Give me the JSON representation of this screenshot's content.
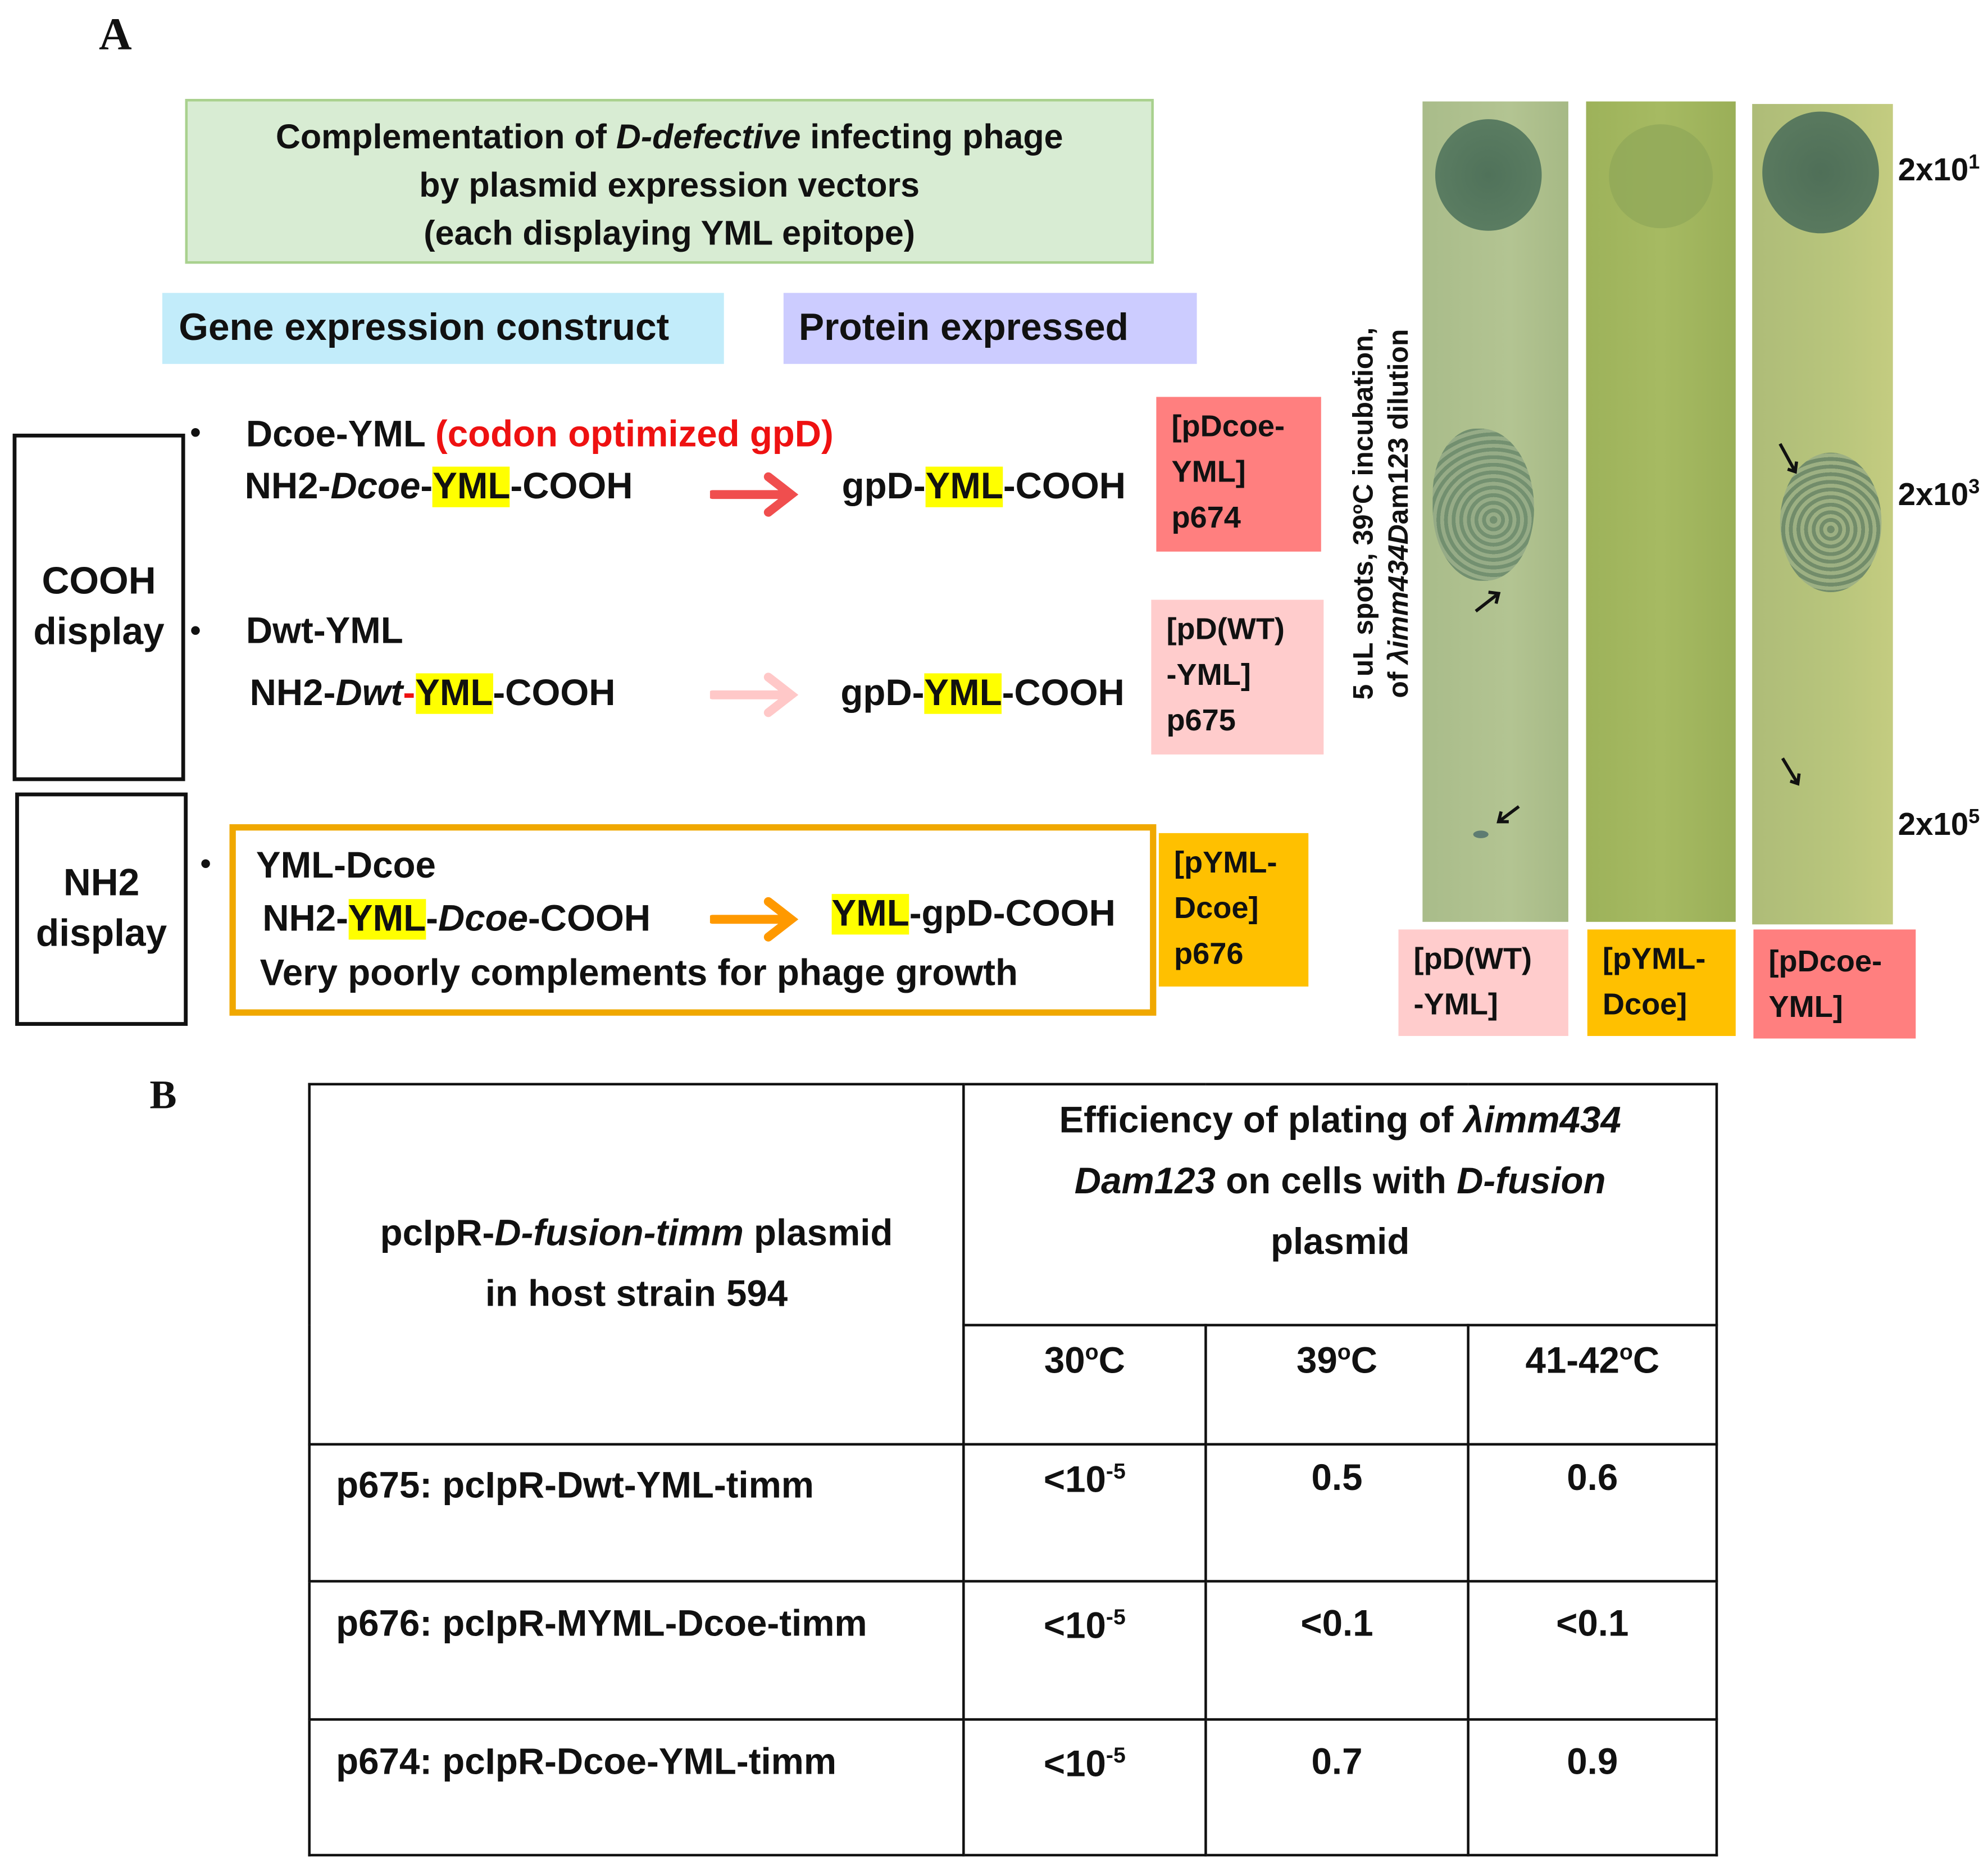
{
  "panel_a": {
    "letter": "A",
    "title": {
      "l1_a": "Complementation of ",
      "l1_b": "D-defective",
      "l1_c": " infecting phage",
      "l2": "by plasmid expression vectors",
      "l3": "(each displaying YML epitope)"
    },
    "header_construct": "Gene expression construct",
    "header_protein": "Protein expressed",
    "display_cooh": [
      "COOH",
      "display"
    ],
    "display_nh2": [
      "NH2",
      "display"
    ],
    "bullet": "•",
    "constructs": [
      {
        "name": "Dcoe-YML",
        "note": "(codon optimized gpD)",
        "gene": [
          "NH2-",
          "Dcoe",
          "-",
          "YML",
          "-COOH"
        ],
        "protein": [
          "gpD-",
          "YML",
          "-COOH"
        ],
        "label": [
          "[pDcoe-",
          "YML]",
          "p674"
        ],
        "arrow_color": "#f04e4e",
        "label_color": "#ff7f7f"
      },
      {
        "name": "Dwt-YML",
        "gene": [
          "NH2-",
          "Dwt",
          "-",
          "YML",
          "-COOH"
        ],
        "protein": [
          "gpD-",
          "YML",
          "-COOH"
        ],
        "label": [
          "[pD(WT)",
          "-YML]",
          "p675"
        ],
        "arrow_color": "#ffc8c8",
        "label_color": "#ffcccc"
      },
      {
        "name": "YML-Dcoe",
        "gene": [
          "NH2-",
          "YML",
          "-",
          "Dcoe",
          "-COOH"
        ],
        "protein": [
          "YML",
          "-gpD-COOH"
        ],
        "note2": "Very poorly complements for phage growth",
        "label": [
          "[pYML-",
          "Dcoe]",
          "p676"
        ],
        "arrow_color": "#ff9900",
        "label_color": "#ffc000",
        "box_color": "#f0a800"
      }
    ],
    "plate_axis": {
      "l1_a": "5 uL spots, 39",
      "l1_sup": "o",
      "l1_b": "C incubation,",
      "l2_a": "of ",
      "l2_b": "λimm434D",
      "l2_c": "am123 dilution"
    },
    "dilutions": [
      {
        "base": "2x10",
        "exp": "1"
      },
      {
        "base": "2x10",
        "exp": "3"
      },
      {
        "base": "2x10",
        "exp": "5"
      }
    ],
    "plates": [
      {
        "label": [
          "[pD(WT)",
          "-YML]"
        ],
        "label_color": "#ffcccc"
      },
      {
        "label": [
          "[pYML-",
          "Dcoe]"
        ],
        "label_color": "#ffc000"
      },
      {
        "label": [
          "[pDcoe-",
          "YML]"
        ],
        "label_color": "#ff7f7f"
      }
    ]
  },
  "panel_b": {
    "letter": "B",
    "header_left": {
      "l1_a": "pcIpR-",
      "l1_b": "D-fusion-timm",
      "l1_c": " plasmid",
      "l2": "in host strain 594"
    },
    "header_right": {
      "l1_a": "Efficiency of plating of ",
      "l1_b": "λimm434",
      "l2_a": "Dam123",
      "l2_b": " on cells with ",
      "l2_c": "D-fusion",
      "l3": "plasmid"
    },
    "temps": [
      {
        "v": "30",
        "sup": "o",
        "u": "C"
      },
      {
        "v": "39",
        "sup": "o",
        "u": "C"
      },
      {
        "v": "41-42",
        "sup": "o",
        "u": "C"
      }
    ],
    "rows": [
      {
        "plasmid": "p675: pcIpR-Dwt-YML-timm",
        "t30": {
          "base": "<10",
          "exp": "-5"
        },
        "t39": "0.5",
        "t41": "0.6"
      },
      {
        "plasmid": "p676: pcIpR-MYML-Dcoe-timm",
        "t30": {
          "base": "<10",
          "exp": "-5"
        },
        "t39": "<0.1",
        "t41": "<0.1"
      },
      {
        "plasmid": "p674: pcIpR-Dcoe-YML-timm",
        "t30": {
          "base": "<10",
          "exp": "-5"
        },
        "t39": "0.7",
        "t41": "0.9"
      }
    ]
  }
}
